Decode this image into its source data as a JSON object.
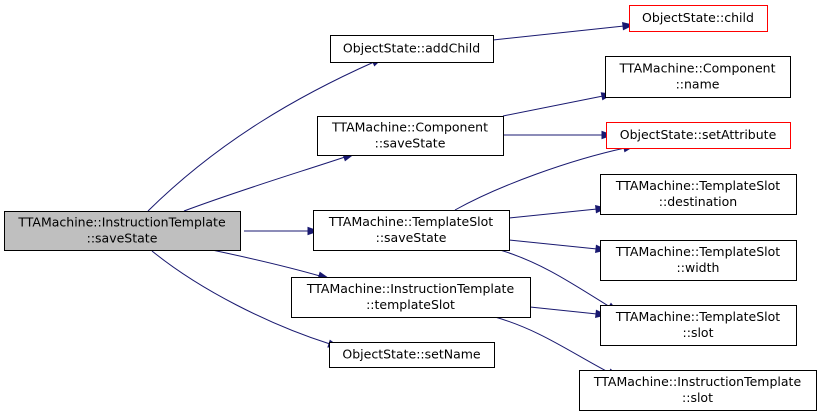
{
  "graph": {
    "nodes": [
      {
        "id": "root",
        "lines": [
          "TTAMachine::InstructionTemplate",
          "::saveState"
        ],
        "style": "root"
      },
      {
        "id": "addChild",
        "lines": [
          "ObjectState::addChild"
        ],
        "style": "normal"
      },
      {
        "id": "child",
        "lines": [
          "ObjectState::child"
        ],
        "style": "red"
      },
      {
        "id": "compSaveState",
        "lines": [
          "TTAMachine::Component",
          "::saveState"
        ],
        "style": "normal"
      },
      {
        "id": "compName",
        "lines": [
          "TTAMachine::Component",
          "::name"
        ],
        "style": "normal"
      },
      {
        "id": "setAttribute",
        "lines": [
          "ObjectState::setAttribute"
        ],
        "style": "red"
      },
      {
        "id": "tsSaveState",
        "lines": [
          "TTAMachine::TemplateSlot",
          "::saveState"
        ],
        "style": "normal"
      },
      {
        "id": "tsDestination",
        "lines": [
          "TTAMachine::TemplateSlot",
          "::destination"
        ],
        "style": "normal"
      },
      {
        "id": "tsWidth",
        "lines": [
          "TTAMachine::TemplateSlot",
          "::width"
        ],
        "style": "normal"
      },
      {
        "id": "itTemplateSlot",
        "lines": [
          "TTAMachine::InstructionTemplate",
          "::templateSlot"
        ],
        "style": "normal"
      },
      {
        "id": "tsSlot",
        "lines": [
          "TTAMachine::TemplateSlot",
          "::slot"
        ],
        "style": "normal"
      },
      {
        "id": "setName",
        "lines": [
          "ObjectState::setName"
        ],
        "style": "normal"
      },
      {
        "id": "itSlot",
        "lines": [
          "TTAMachine::InstructionTemplate",
          "::slot"
        ],
        "style": "normal"
      }
    ],
    "edges": [
      {
        "from": "root",
        "to": "addChild"
      },
      {
        "from": "root",
        "to": "compSaveState"
      },
      {
        "from": "root",
        "to": "tsSaveState"
      },
      {
        "from": "root",
        "to": "itTemplateSlot"
      },
      {
        "from": "root",
        "to": "setName"
      },
      {
        "from": "addChild",
        "to": "child"
      },
      {
        "from": "compSaveState",
        "to": "compName"
      },
      {
        "from": "compSaveState",
        "to": "setAttribute"
      },
      {
        "from": "tsSaveState",
        "to": "setAttribute"
      },
      {
        "from": "tsSaveState",
        "to": "tsDestination"
      },
      {
        "from": "tsSaveState",
        "to": "tsWidth"
      },
      {
        "from": "tsSaveState",
        "to": "tsSlot"
      },
      {
        "from": "itTemplateSlot",
        "to": "tsSlot"
      },
      {
        "from": "itTemplateSlot",
        "to": "itSlot"
      }
    ]
  }
}
